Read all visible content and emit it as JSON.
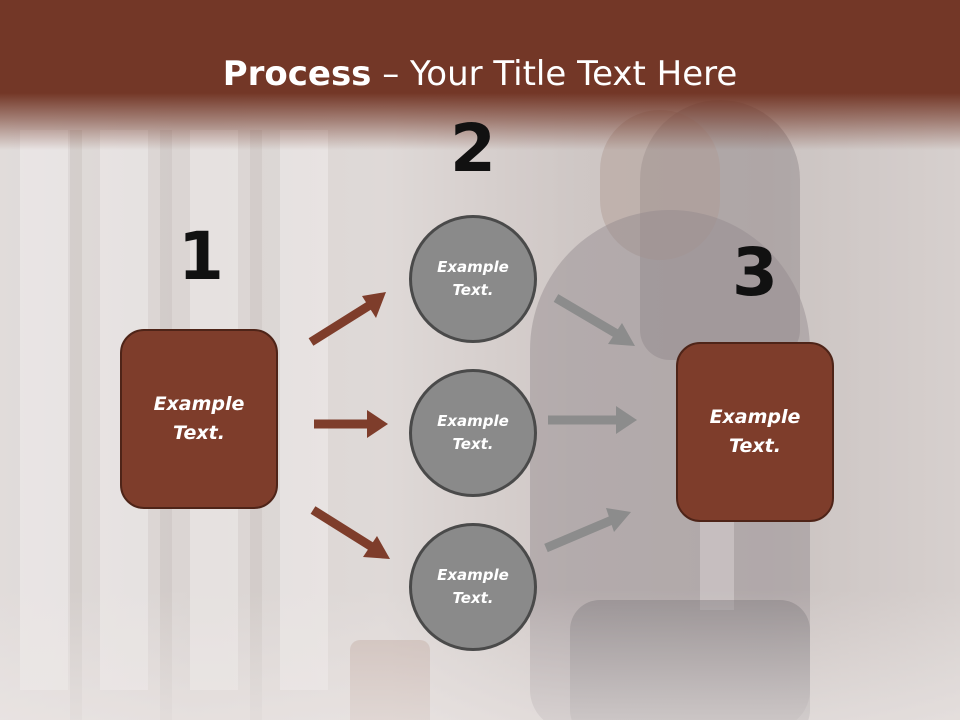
{
  "header": {
    "title_bold": "Process",
    "title_rest": " – Your Title Text Here"
  },
  "steps": {
    "one": "1",
    "two": "2",
    "three": "3"
  },
  "left_box": {
    "text": "Example Text."
  },
  "right_box": {
    "text": "Example Text."
  },
  "circles": [
    {
      "text": "Example Text."
    },
    {
      "text": "Example Text."
    },
    {
      "text": "Example Text."
    }
  ],
  "colors": {
    "header": "#733727",
    "box_fill": "#7e3d2b",
    "circle_fill": "#8a8a8a",
    "arrow_brown": "#7e3d2b",
    "arrow_gray": "#8c8c8c"
  },
  "icons": {
    "arrows": "arrow-right-icon"
  }
}
